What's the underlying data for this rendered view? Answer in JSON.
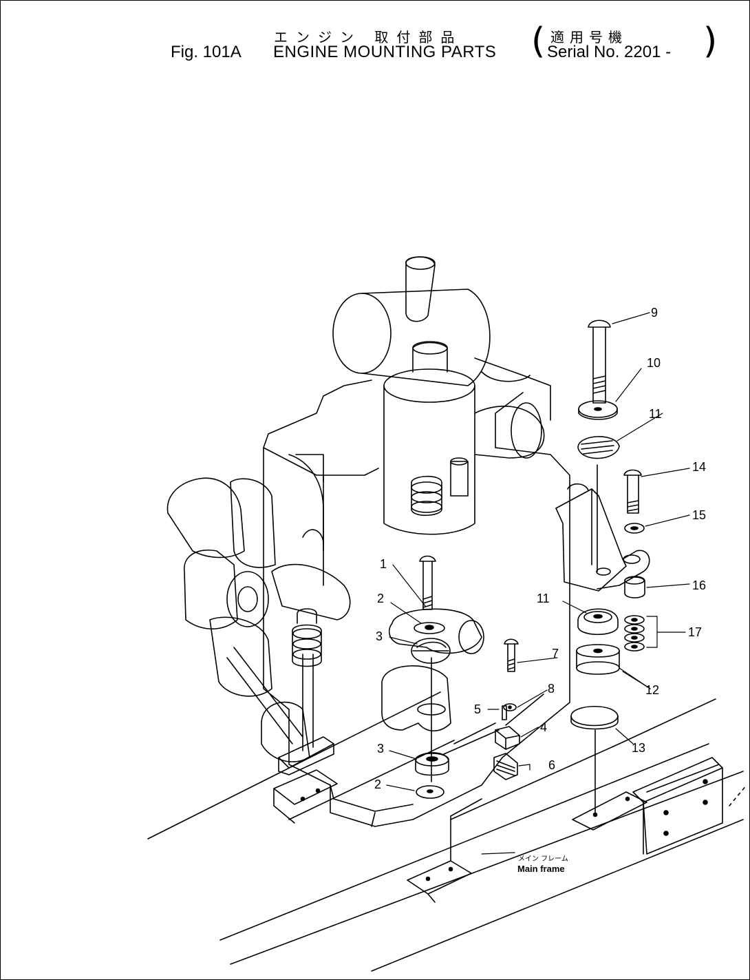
{
  "title": {
    "japanese": "エンジン 取付部品",
    "japanese_serial": "適用号機",
    "fig_no": "Fig. 101A",
    "english": "ENGINE MOUNTING PARTS",
    "serial": "Serial No. 2201 -"
  },
  "callouts": [
    "1",
    "2",
    "3",
    "3",
    "2",
    "4",
    "5",
    "6",
    "7",
    "8",
    "9",
    "10",
    "11",
    "11",
    "12",
    "13",
    "14",
    "15",
    "16",
    "17"
  ],
  "frame_label": {
    "japanese": "メイン フレーム",
    "english": "Main frame"
  }
}
